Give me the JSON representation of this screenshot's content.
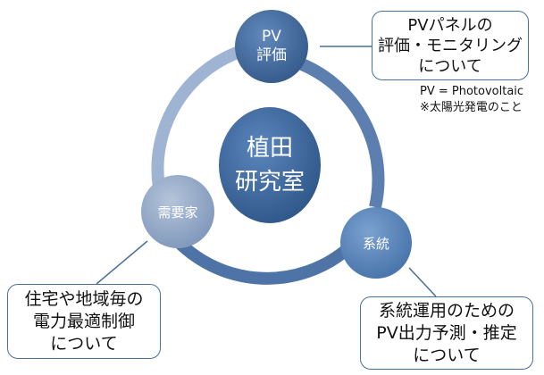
{
  "center": {
    "lines": [
      "植田",
      "研究室"
    ]
  },
  "nodes": {
    "pv": {
      "lines": [
        "PV",
        "評価"
      ]
    },
    "demand": {
      "label": "需要家"
    },
    "grid": {
      "label": "系統"
    }
  },
  "boxes": {
    "pv": {
      "lines": [
        "PVパネルの",
        "評価・モニタリング",
        "について"
      ]
    },
    "demand": {
      "lines": [
        "住宅や地域毎の",
        "電力最適制御",
        "について"
      ]
    },
    "grid": {
      "lines": [
        "系統運用のための",
        "PV出力予測・推定",
        "について"
      ]
    }
  },
  "notes": [
    "PV = Photovoltaic",
    "※太陽光発電のこと"
  ],
  "colors": {
    "center": "#3d679a",
    "pv_node": "#46709f",
    "demand_node": "#8ea4c4",
    "grid_node": "#5a84b8",
    "ring_dark": "#5c7fb0",
    "ring_light": "#9fb4d3",
    "box_border": "#4a6f9a"
  }
}
